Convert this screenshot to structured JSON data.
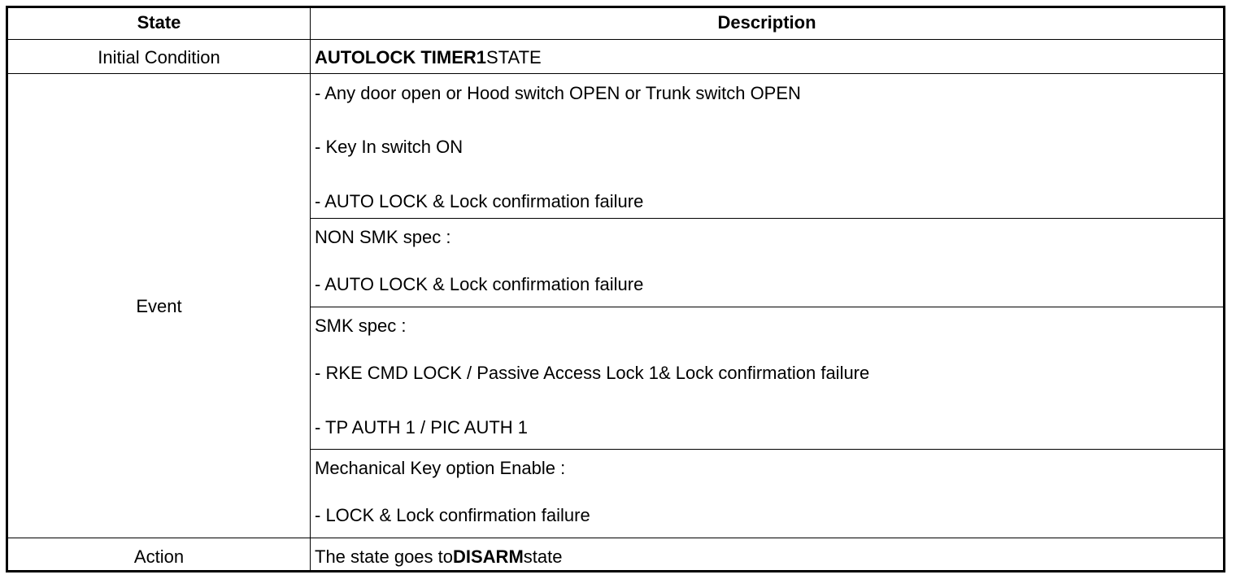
{
  "table": {
    "headers": {
      "state": "State",
      "description": "Description"
    },
    "initial_condition": {
      "state": "Initial Condition",
      "desc_bold": "AUTOLOCK TIMER1",
      "desc_rest": "STATE"
    },
    "event": {
      "state": "Event",
      "group1": {
        "line1": "- Any door open or Hood switch OPEN or Trunk switch OPEN",
        "line2": "- Key In switch ON",
        "line3": "- AUTO LOCK & Lock confirmation failure"
      },
      "group2": {
        "title": "NON SMK spec :",
        "line1": "- AUTO LOCK & Lock confirmation failure"
      },
      "group3": {
        "title": "SMK spec :",
        "line1": "- RKE CMD LOCK / Passive Access Lock 1& Lock confirmation failure",
        "line2": "- TP AUTH 1 / PIC AUTH 1"
      },
      "group4": {
        "title": "Mechanical Key option Enable :",
        "line1": "- LOCK & Lock confirmation failure"
      }
    },
    "action": {
      "state": "Action",
      "desc_pre": "The state goes to",
      "desc_bold": "DISARM",
      "desc_post": "state"
    }
  }
}
